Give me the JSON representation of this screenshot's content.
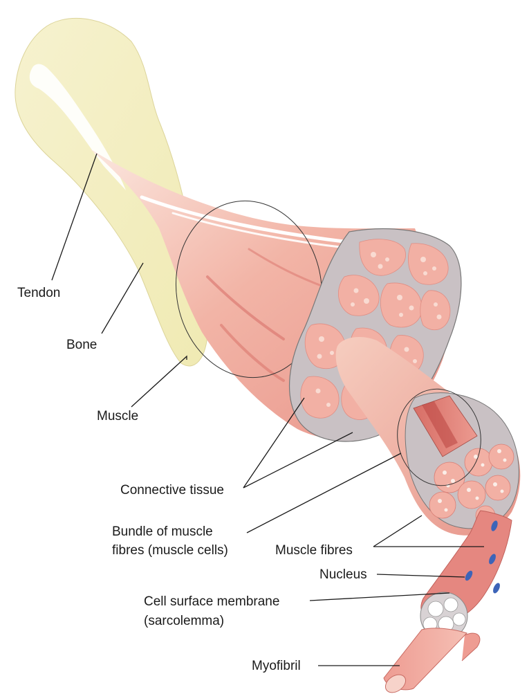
{
  "labels": {
    "tendon": "Tendon",
    "bone": "Bone",
    "muscle": "Muscle",
    "connective_tissue": "Connective tissue",
    "bundle_line1": "Bundle of muscle",
    "bundle_line2": "fibres (muscle cells)",
    "muscle_fibres": "Muscle fibres",
    "nucleus": "Nucleus",
    "membrane_line1": "Cell surface membrane",
    "membrane_line2": "(sarcolemma)",
    "myofibril": "Myofibril"
  },
  "colors": {
    "bone": "#f4efc4",
    "muscle": "#e8948a",
    "muscle_light": "#f6cfc2",
    "connective": "#c9c1c4",
    "fibre": "#f0a59a",
    "nucleus": "#3d64b8"
  }
}
